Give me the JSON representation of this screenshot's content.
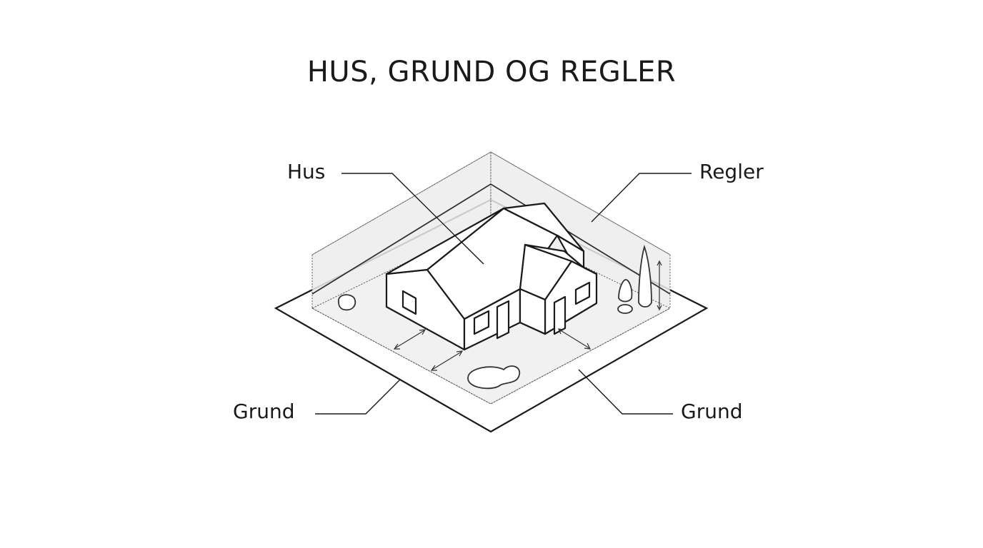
{
  "diagram": {
    "title": "HUS, GRUND OG REGLER",
    "labels": {
      "hus": "Hus",
      "regler": "Regler",
      "grund_left": "Grund",
      "grund_right": "Grund"
    }
  },
  "colors": {
    "ink": "#1a1a1a",
    "shade": "#f0f0f0",
    "dotted": "#555555"
  }
}
